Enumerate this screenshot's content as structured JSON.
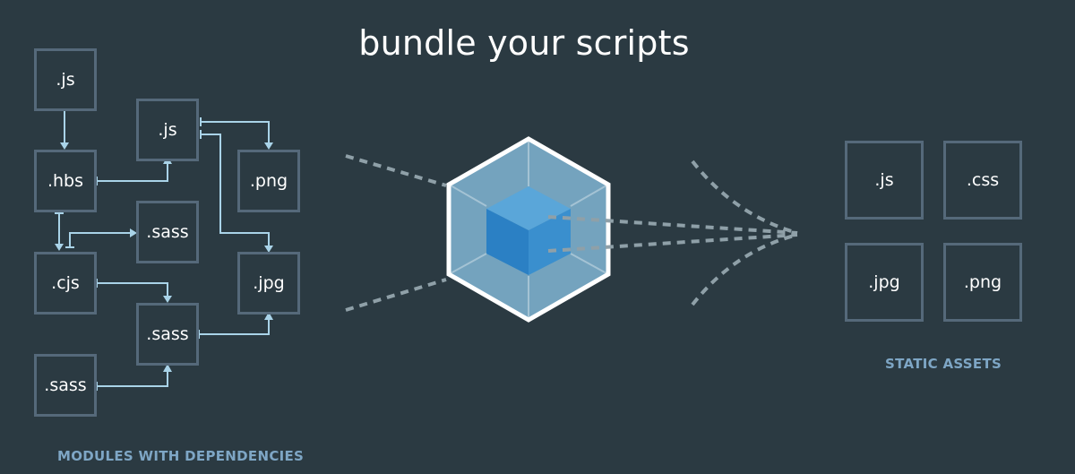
{
  "title": "bundle your scripts",
  "modules": {
    "caption": "MODULES WITH DEPENDENCIES",
    "items": [
      ".js",
      ".hbs",
      ".cjs",
      ".sass",
      ".js",
      ".sass",
      ".sass",
      ".png",
      ".jpg"
    ]
  },
  "assets": {
    "caption": "STATIC ASSETS",
    "items": [
      ".js",
      ".css",
      ".jpg",
      ".png"
    ]
  },
  "colors": {
    "background": "#2b3a42",
    "box_border": "#55697a",
    "arrow": "#a9d3e8",
    "caption": "#7ea6c5",
    "cube_light": "#8ec7e8",
    "cube_dark": "#1c78c0",
    "dots": "#8fa0a8"
  },
  "icons": {
    "logo": "webpack-cube-icon"
  }
}
